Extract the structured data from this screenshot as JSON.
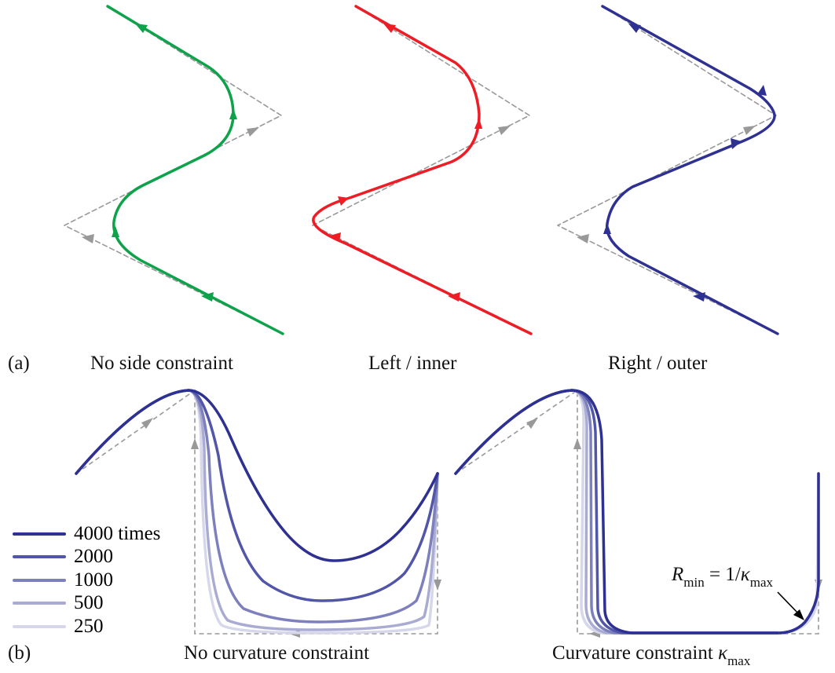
{
  "panel_a": {
    "label": "(a)",
    "captions": [
      "No side constraint",
      "Left / inner",
      "Right / outer"
    ],
    "colors": {
      "none": "#0ea34b",
      "left": "#ee1c25",
      "right": "#2e3192",
      "guide": "#999999"
    }
  },
  "panel_b": {
    "label": "(b)",
    "caption_left": "No curvature constraint",
    "caption_right_prefix": "Curvature constraint ",
    "caption_right_symbol": "κ",
    "caption_right_sub": "max",
    "annotation": {
      "R": "R",
      "R_sub": "min",
      "eq": " = 1/",
      "k": "κ",
      "k_sub": "max"
    },
    "legend": [
      {
        "label": "4000 times",
        "color": "#2e3192"
      },
      {
        "label": "2000",
        "color": "#5256a8"
      },
      {
        "label": "1000",
        "color": "#7d80bd"
      },
      {
        "label": "500",
        "color": "#a9abd3"
      },
      {
        "label": "250",
        "color": "#d6d7ea"
      }
    ]
  }
}
